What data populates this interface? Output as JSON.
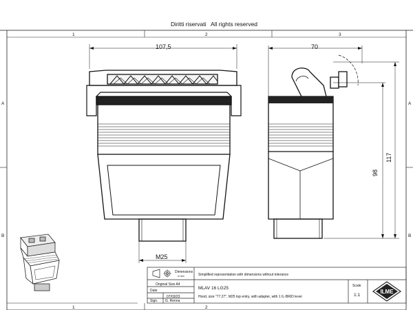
{
  "header": {
    "rights_it": "Diritti riservati",
    "rights_en": "All rights reserved"
  },
  "zones": {
    "columns": [
      "1",
      "2",
      "3"
    ],
    "rows": [
      "A",
      "B"
    ]
  },
  "dimensions": {
    "front_width": "107,5",
    "side_width": "70",
    "height_total": "117",
    "height_body": "98",
    "thread": "M25"
  },
  "title_block": {
    "dim_label_1": "Dimensions",
    "dim_label_2": "in mm",
    "simplified_note": "Simplified representation with dimensions without tolerance",
    "original_size_label": "Original Size A4",
    "date_label": "Date",
    "date_value": "07/03/23",
    "sign_label": "Sign.",
    "sign_value": "G. Renna",
    "product_code": "MLAV 16 LG25",
    "product_desc": "Hood, size \"77.27\", M25 top entry, with adapter, with 1 IL-BRID lever",
    "scale_label": "Scale",
    "scale_value": "1:1",
    "logo_text": "ILME"
  }
}
